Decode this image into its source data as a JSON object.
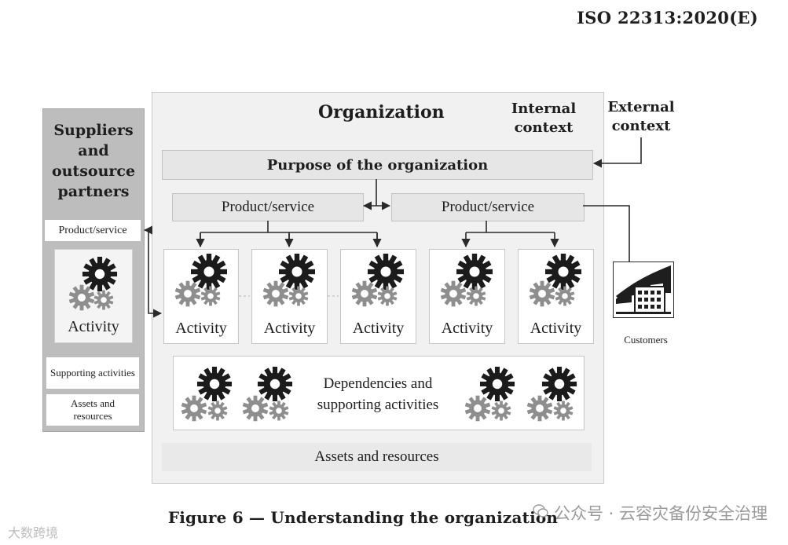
{
  "standard_ref": "ISO 22313:2020(E)",
  "suppliers": {
    "title": "Suppliers and outsource partners",
    "product_service": "Product/service",
    "activity": "Activity",
    "supporting_activities": "Supporting activities",
    "assets_resources": "Assets and resources"
  },
  "organization": {
    "title": "Organization",
    "internal_context": "Internal context",
    "purpose": "Purpose of the organization",
    "products": [
      "Product/service",
      "Product/service"
    ],
    "activities": [
      "Activity",
      "Activity",
      "Activity",
      "Activity",
      "Activity"
    ],
    "dependencies": "Dependencies and supporting activities",
    "assets": "Assets and resources"
  },
  "external_context": "External context",
  "customers": "Customers",
  "caption": "Figure 6 — Understanding the organization",
  "watermark": "公众号 · 云容灾备份安全治理",
  "corner_mark": "大数跨境",
  "icons": [
    "gear-icon",
    "customers-building-icon",
    "wechat-icon"
  ]
}
